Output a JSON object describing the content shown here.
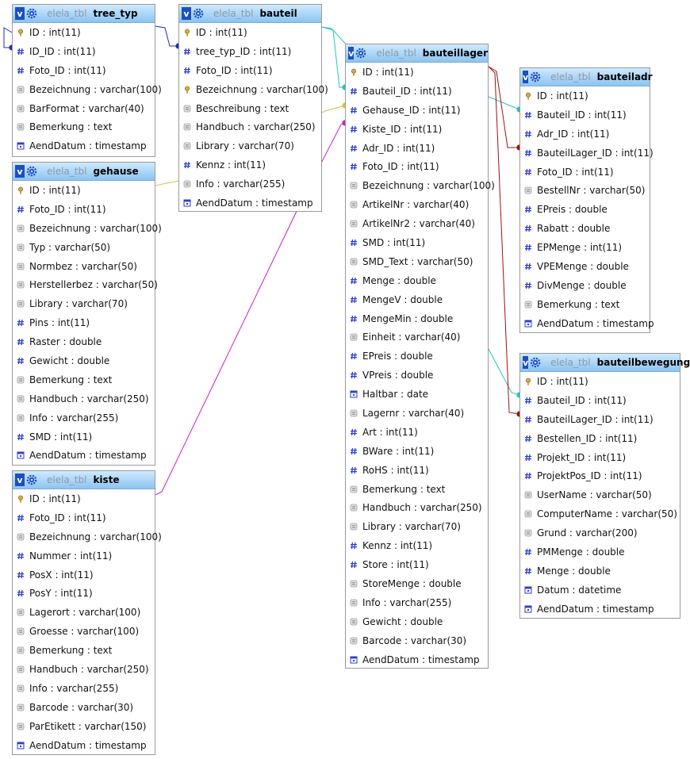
{
  "colors": {
    "header_top": "#cfeaff",
    "header_bottom": "#8cc4f0",
    "badge": "#1e4fbf",
    "link_blue": "#1a2fb5",
    "link_teal": "#22c4c0",
    "link_yellow": "#d8c43a",
    "link_magenta": "#c81ec8",
    "link_darkred": "#a01010"
  },
  "badge_label": "v",
  "tables": [
    {
      "schema": "elela_tbl",
      "name": "tree_typ",
      "columns": [
        {
          "text": "ID : int(11)",
          "icon": "key"
        },
        {
          "text": "ID_ID : int(11)",
          "icon": "hash"
        },
        {
          "text": "Foto_ID : int(11)",
          "icon": "hash"
        },
        {
          "text": "Bezeichnung : varchar(100)",
          "icon": "text"
        },
        {
          "text": "BarFormat : varchar(40)",
          "icon": "text"
        },
        {
          "text": "Bemerkung : text",
          "icon": "text"
        },
        {
          "text": "AendDatum : timestamp",
          "icon": "date"
        }
      ]
    },
    {
      "schema": "elela_tbl",
      "name": "bauteil",
      "columns": [
        {
          "text": "ID : int(11)",
          "icon": "key"
        },
        {
          "text": "tree_typ_ID : int(11)",
          "icon": "hash"
        },
        {
          "text": "Foto_ID : int(11)",
          "icon": "hash"
        },
        {
          "text": "Bezeichnung : varchar(100)",
          "icon": "key"
        },
        {
          "text": "Beschreibung : text",
          "icon": "text"
        },
        {
          "text": "Handbuch : varchar(250)",
          "icon": "text"
        },
        {
          "text": "Library : varchar(70)",
          "icon": "text"
        },
        {
          "text": "Kennz : int(11)",
          "icon": "hash"
        },
        {
          "text": "Info : varchar(255)",
          "icon": "text"
        },
        {
          "text": "AendDatum : timestamp",
          "icon": "date"
        }
      ]
    },
    {
      "schema": "elela_tbl",
      "name": "gehause",
      "columns": [
        {
          "text": "ID : int(11)",
          "icon": "key"
        },
        {
          "text": "Foto_ID : int(11)",
          "icon": "hash"
        },
        {
          "text": "Bezeichnung : varchar(100)",
          "icon": "text"
        },
        {
          "text": "Typ : varchar(50)",
          "icon": "text"
        },
        {
          "text": "Normbez : varchar(50)",
          "icon": "text"
        },
        {
          "text": "Herstellerbez : varchar(50)",
          "icon": "text"
        },
        {
          "text": "Library : varchar(70)",
          "icon": "text"
        },
        {
          "text": "Pins : int(11)",
          "icon": "hash"
        },
        {
          "text": "Raster : double",
          "icon": "hash"
        },
        {
          "text": "Gewicht : double",
          "icon": "hash"
        },
        {
          "text": "Bemerkung : text",
          "icon": "text"
        },
        {
          "text": "Handbuch : varchar(250)",
          "icon": "text"
        },
        {
          "text": "Info : varchar(255)",
          "icon": "text"
        },
        {
          "text": "SMD : int(11)",
          "icon": "hash"
        },
        {
          "text": "AendDatum : timestamp",
          "icon": "date"
        }
      ]
    },
    {
      "schema": "elela_tbl",
      "name": "kiste",
      "columns": [
        {
          "text": "ID : int(11)",
          "icon": "key"
        },
        {
          "text": "Foto_ID : int(11)",
          "icon": "hash"
        },
        {
          "text": "Bezeichnung : varchar(100)",
          "icon": "text"
        },
        {
          "text": "Nummer : int(11)",
          "icon": "hash"
        },
        {
          "text": "PosX : int(11)",
          "icon": "hash"
        },
        {
          "text": "PosY : int(11)",
          "icon": "hash"
        },
        {
          "text": "Lagerort : varchar(100)",
          "icon": "text"
        },
        {
          "text": "Groesse : varchar(100)",
          "icon": "text"
        },
        {
          "text": "Bemerkung : text",
          "icon": "text"
        },
        {
          "text": "Handbuch : varchar(250)",
          "icon": "text"
        },
        {
          "text": "Info : varchar(255)",
          "icon": "text"
        },
        {
          "text": "Barcode : varchar(30)",
          "icon": "text"
        },
        {
          "text": "ParEtikett : varchar(150)",
          "icon": "text"
        },
        {
          "text": "AendDatum : timestamp",
          "icon": "date"
        }
      ]
    },
    {
      "schema": "elela_tbl",
      "name": "bauteillager",
      "columns": [
        {
          "text": "ID : int(11)",
          "icon": "key"
        },
        {
          "text": "Bauteil_ID : int(11)",
          "icon": "hash"
        },
        {
          "text": "Gehause_ID : int(11)",
          "icon": "hash"
        },
        {
          "text": "Kiste_ID : int(11)",
          "icon": "hash"
        },
        {
          "text": "Adr_ID : int(11)",
          "icon": "hash"
        },
        {
          "text": "Foto_ID : int(11)",
          "icon": "hash"
        },
        {
          "text": "Bezeichnung : varchar(100)",
          "icon": "text"
        },
        {
          "text": "ArtikelNr : varchar(40)",
          "icon": "text"
        },
        {
          "text": "ArtikelNr2 : varchar(40)",
          "icon": "text"
        },
        {
          "text": "SMD : int(11)",
          "icon": "hash"
        },
        {
          "text": "SMD_Text : varchar(50)",
          "icon": "text"
        },
        {
          "text": "Menge : double",
          "icon": "hash"
        },
        {
          "text": "MengeV : double",
          "icon": "hash"
        },
        {
          "text": "MengeMin : double",
          "icon": "hash"
        },
        {
          "text": "Einheit : varchar(40)",
          "icon": "text"
        },
        {
          "text": "EPreis : double",
          "icon": "hash"
        },
        {
          "text": "VPreis : double",
          "icon": "hash"
        },
        {
          "text": "Haltbar : date",
          "icon": "date"
        },
        {
          "text": "Lagernr : varchar(40)",
          "icon": "text"
        },
        {
          "text": "Art : int(11)",
          "icon": "hash"
        },
        {
          "text": "BWare : int(11)",
          "icon": "hash"
        },
        {
          "text": "RoHS : int(11)",
          "icon": "hash"
        },
        {
          "text": "Bemerkung : text",
          "icon": "text"
        },
        {
          "text": "Handbuch : varchar(250)",
          "icon": "text"
        },
        {
          "text": "Library : varchar(70)",
          "icon": "text"
        },
        {
          "text": "Kennz : int(11)",
          "icon": "hash"
        },
        {
          "text": "Store : int(11)",
          "icon": "hash"
        },
        {
          "text": "StoreMenge : double",
          "icon": "text"
        },
        {
          "text": "Info : varchar(255)",
          "icon": "text"
        },
        {
          "text": "Gewicht : double",
          "icon": "text"
        },
        {
          "text": "Barcode : varchar(30)",
          "icon": "text"
        },
        {
          "text": "AendDatum : timestamp",
          "icon": "date"
        }
      ]
    },
    {
      "schema": "elela_tbl",
      "name": "bauteiladr",
      "columns": [
        {
          "text": "ID : int(11)",
          "icon": "key"
        },
        {
          "text": "Bauteil_ID : int(11)",
          "icon": "hash"
        },
        {
          "text": "Adr_ID : int(11)",
          "icon": "hash"
        },
        {
          "text": "BauteilLager_ID : int(11)",
          "icon": "hash"
        },
        {
          "text": "Foto_ID : int(11)",
          "icon": "hash"
        },
        {
          "text": "BestellNr : varchar(50)",
          "icon": "text"
        },
        {
          "text": "EPreis : double",
          "icon": "hash"
        },
        {
          "text": "Rabatt : double",
          "icon": "hash"
        },
        {
          "text": "EPMenge : int(11)",
          "icon": "hash"
        },
        {
          "text": "VPEMenge : double",
          "icon": "hash"
        },
        {
          "text": "DivMenge : double",
          "icon": "hash"
        },
        {
          "text": "Bemerkung : text",
          "icon": "text"
        },
        {
          "text": "AendDatum : timestamp",
          "icon": "date"
        }
      ]
    },
    {
      "schema": "elela_tbl",
      "name": "bauteilbewegung",
      "columns": [
        {
          "text": "ID : int(11)",
          "icon": "key"
        },
        {
          "text": "Bauteil_ID : int(11)",
          "icon": "hash"
        },
        {
          "text": "BauteilLager_ID : int(11)",
          "icon": "hash"
        },
        {
          "text": "Bestellen_ID : int(11)",
          "icon": "hash"
        },
        {
          "text": "Projekt_ID : int(11)",
          "icon": "hash"
        },
        {
          "text": "ProjektPos_ID : int(11)",
          "icon": "hash"
        },
        {
          "text": "UserName : varchar(50)",
          "icon": "text"
        },
        {
          "text": "ComputerName : varchar(50)",
          "icon": "text"
        },
        {
          "text": "Grund : varchar(200)",
          "icon": "text"
        },
        {
          "text": "PMMenge : double",
          "icon": "hash"
        },
        {
          "text": "Menge : double",
          "icon": "hash"
        },
        {
          "text": "Datum : datetime",
          "icon": "date"
        },
        {
          "text": "AendDatum : timestamp",
          "icon": "date"
        }
      ]
    }
  ]
}
